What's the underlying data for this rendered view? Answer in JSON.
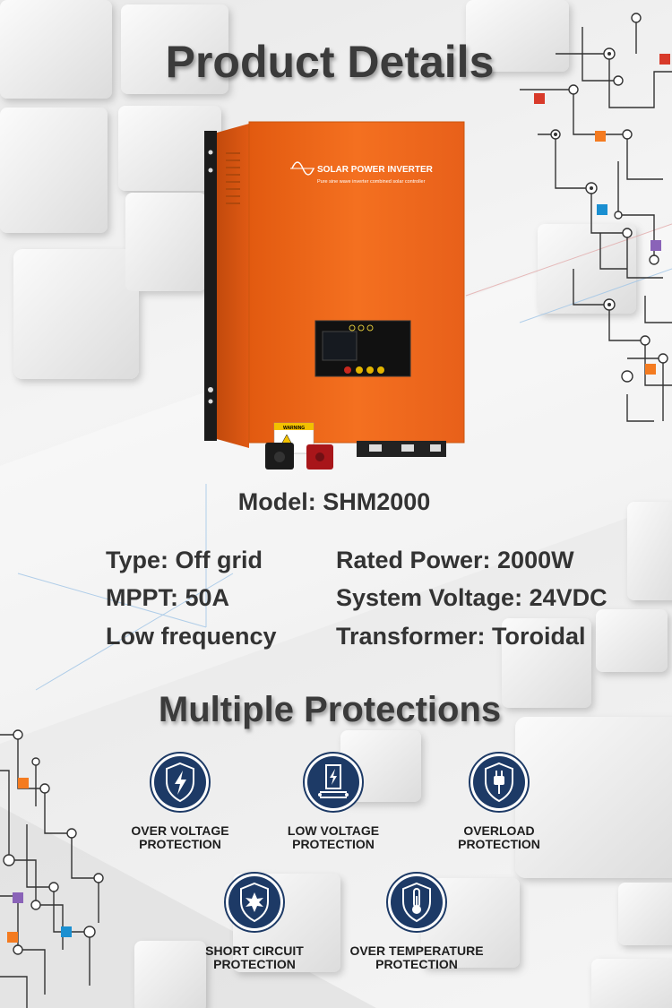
{
  "headings": {
    "product_details": "Product Details",
    "multiple_protections": "Multiple Protections"
  },
  "product": {
    "brand_line": "SOLAR POWER INVERTER",
    "sub_line": "Pure sine wave inverter combined solar controller",
    "warning_label": "WARNING",
    "model": "Model: SHM2000"
  },
  "specs": {
    "type": "Type: Off grid",
    "mppt": "MPPT: 50A",
    "frequency": "Low frequency",
    "rated_power": "Rated Power: 2000W",
    "system_voltage": "System Voltage: 24VDC",
    "transformer": "Transformer: Toroidal"
  },
  "protections": [
    {
      "line1": "OVER VOLTAGE",
      "line2": "PROTECTION",
      "icon": "lightning-shield-icon"
    },
    {
      "line1": "LOW VOLTAGE",
      "line2": "PROTECTION",
      "icon": "battery-shield-icon"
    },
    {
      "line1": "OVERLOAD",
      "line2": "PROTECTION",
      "icon": "plug-shield-icon"
    },
    {
      "line1": "SHORT CIRCUIT",
      "line2": "PROTECTION",
      "icon": "spark-shield-icon"
    },
    {
      "line1": "OVER TEMPERATURE",
      "line2": "PROTECTION",
      "icon": "thermometer-shield-icon"
    }
  ],
  "colors": {
    "inverter_orange": "#f26a1b",
    "badge_navy": "#1d3a66",
    "accent_orange": "#f47b20",
    "accent_blue": "#1a8fd1",
    "accent_purple": "#8a63b8",
    "accent_red": "#d83a2a"
  }
}
